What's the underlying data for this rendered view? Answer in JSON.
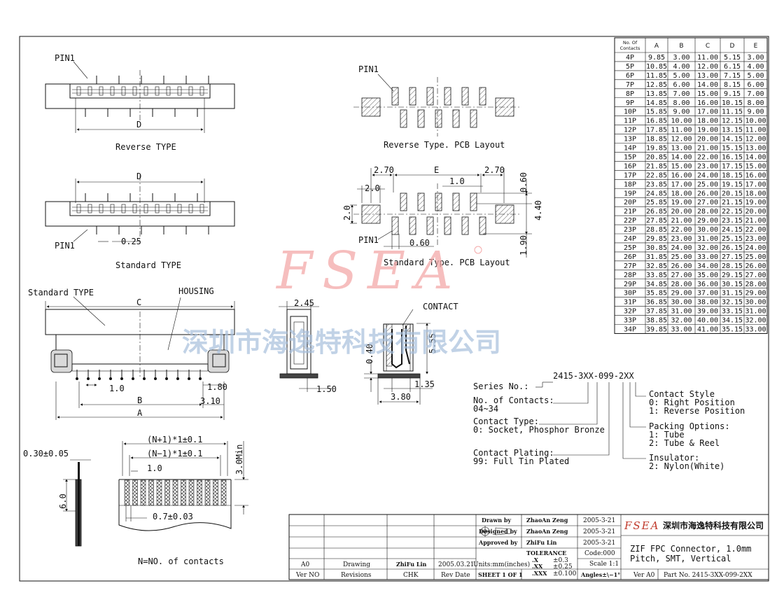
{
  "views": {
    "reverse_type": {
      "title": "Reverse TYPE",
      "pin_label": "PIN1",
      "dim_d": "D"
    },
    "standard_type": {
      "title": "Standard TYPE",
      "pin_label": "PIN1",
      "dim_d": "D",
      "pitch_small": "0.25"
    },
    "housing_view": {
      "label_standard": "Standard TYPE",
      "label_housing": "HOUSING",
      "dim_c": "C",
      "dim_b": "B",
      "dim_a": "A",
      "dim_1_0": "1.0",
      "dim_1_80": "1.80",
      "dim_3_10": "3.10"
    },
    "side_view": {
      "dim_top": "2.45",
      "dim_bottom": "1.50"
    },
    "contact_view": {
      "label": "CONTACT",
      "dim_5_55": "5.55",
      "dim_0_40": "0.40",
      "dim_1_35": "1.35",
      "dim_3_80": "3.80"
    },
    "reverse_pcb": {
      "title": "Reverse Type. PCB Layout",
      "pin_label": "PIN1"
    },
    "standard_pcb": {
      "title": "Standard Type. PCB Layout",
      "pin_label": "PIN1",
      "dim_2_70_left": "2.70",
      "dim_e": "E",
      "dim_2_70_right": "2.70",
      "dim_2_0_top": "2.0",
      "dim_1_0": "1.0",
      "dim_0_60_right": "0.60",
      "dim_2_0_left": "2.0",
      "dim_4_40": "4.40",
      "dim_1_90": "1.90",
      "dim_0_60_bottom": "0.60"
    },
    "fpc_view": {
      "thickness": "0.30±0.05",
      "dim_6_0": "6.0",
      "dim_n_plus": "(N+1)*1±0.1",
      "dim_n_minus": "(N−1)*1±0.1",
      "dim_1_0": "1.0",
      "dim_3_0": "3.0Min",
      "dim_0_7": "0.7±0.03",
      "note": "N=NO. of contacts"
    }
  },
  "watermark": {
    "logo": "FSEA",
    "company": "深圳市海逸特科技有限公司"
  },
  "part_number": {
    "code": "2415-3XX-099-2XX",
    "series_label": "Series No.:",
    "contacts_label": "No. of Contacts:",
    "contacts_range": "04~34",
    "contact_type_label": "Contact Type:",
    "contact_type_value": "0: Socket, Phosphor Bronze",
    "plating_label": "Contact Plating:",
    "plating_value": "99: Full Tin Plated",
    "style_label": "Contact Style",
    "style_0": "0: Right Position",
    "style_1": "1: Reverse Position",
    "packing_label": "Packing Options:",
    "packing_1": "1: Tube",
    "packing_2": "2: Tube & Reel",
    "insulator_label": "Insulator:",
    "insulator_value": "2: Nylon(White)"
  },
  "dimension_table": {
    "headers": [
      "No. Of Contacts",
      "A",
      "B",
      "C",
      "D",
      "E"
    ],
    "rows": [
      [
        "4P",
        "9.85",
        "3.00",
        "11.00",
        "5.15",
        "3.00"
      ],
      [
        "5P",
        "10.85",
        "4.00",
        "12.00",
        "6.15",
        "4.00"
      ],
      [
        "6P",
        "11.85",
        "5.00",
        "13.00",
        "7.15",
        "5.00"
      ],
      [
        "7P",
        "12.85",
        "6.00",
        "14.00",
        "8.15",
        "6.00"
      ],
      [
        "8P",
        "13.85",
        "7.00",
        "15.00",
        "9.15",
        "7.00"
      ],
      [
        "9P",
        "14.85",
        "8.00",
        "16.00",
        "10.15",
        "8.00"
      ],
      [
        "10P",
        "15.85",
        "9.00",
        "17.00",
        "11.15",
        "9.00"
      ],
      [
        "11P",
        "16.85",
        "10.00",
        "18.00",
        "12.15",
        "10.00"
      ],
      [
        "12P",
        "17.85",
        "11.00",
        "19.00",
        "13.15",
        "11.00"
      ],
      [
        "13P",
        "18.85",
        "12.00",
        "20.00",
        "14.15",
        "12.00"
      ],
      [
        "14P",
        "19.85",
        "13.00",
        "21.00",
        "15.15",
        "13.00"
      ],
      [
        "15P",
        "20.85",
        "14.00",
        "22.00",
        "16.15",
        "14.00"
      ],
      [
        "16P",
        "21.85",
        "15.00",
        "23.00",
        "17.15",
        "15.00"
      ],
      [
        "17P",
        "22.85",
        "16.00",
        "24.00",
        "18.15",
        "16.00"
      ],
      [
        "18P",
        "23.85",
        "17.00",
        "25.00",
        "19.15",
        "17.00"
      ],
      [
        "19P",
        "24.85",
        "18.00",
        "26.00",
        "20.15",
        "18.00"
      ],
      [
        "20P",
        "25.85",
        "19.00",
        "27.00",
        "21.15",
        "19.00"
      ],
      [
        "21P",
        "26.85",
        "20.00",
        "28.00",
        "22.15",
        "20.00"
      ],
      [
        "22P",
        "27.85",
        "21.00",
        "29.00",
        "23.15",
        "21.00"
      ],
      [
        "23P",
        "28.85",
        "22.00",
        "30.00",
        "24.15",
        "22.00"
      ],
      [
        "24P",
        "29.85",
        "23.00",
        "31.00",
        "25.15",
        "23.00"
      ],
      [
        "25P",
        "30.85",
        "24.00",
        "32.00",
        "26.15",
        "24.00"
      ],
      [
        "26P",
        "31.85",
        "25.00",
        "33.00",
        "27.15",
        "25.00"
      ],
      [
        "27P",
        "32.85",
        "26.00",
        "34.00",
        "28.15",
        "26.00"
      ],
      [
        "28P",
        "33.85",
        "27.00",
        "35.00",
        "29.15",
        "27.00"
      ],
      [
        "29P",
        "34.85",
        "28.00",
        "36.00",
        "30.15",
        "28.00"
      ],
      [
        "30P",
        "35.85",
        "29.00",
        "37.00",
        "31.15",
        "29.00"
      ],
      [
        "31P",
        "36.85",
        "30.00",
        "38.00",
        "32.15",
        "30.00"
      ],
      [
        "32P",
        "37.85",
        "31.00",
        "39.00",
        "33.15",
        "31.00"
      ],
      [
        "33P",
        "38.85",
        "32.00",
        "40.00",
        "34.15",
        "32.00"
      ],
      [
        "34P",
        "39.85",
        "33.00",
        "41.00",
        "35.15",
        "33.00"
      ]
    ]
  },
  "title_block": {
    "drawn_label": "Drawn by",
    "drawn_name": "ZhaoAn Zeng",
    "drawn_date": "2005-3-21",
    "designed_label": "Designed by",
    "designed_name": "ZhaoAn Zeng",
    "designed_date": "2005-3-21",
    "approved_label": "Approved by",
    "approved_name": "ZhiFu Lin",
    "approved_date": "2005-3-21",
    "tolerance_label": "TOLERANCE",
    "code": "Code:000",
    "tol_x": ".X",
    "tol_x_val": "±0.3",
    "tol_xx": ".XX",
    "tol_xx_val": "±0.25",
    "tol_xxx": ".XXX",
    "tol_xxx_val": "±0.100",
    "scale": "Scale 1:1",
    "angles": "Angles±\\−1°",
    "units": "Units:mm(inches)",
    "sheet": "SHEET 1 OF 1",
    "rev_ver": "A0",
    "rev_desc": "Drawing",
    "rev_chk": "ZhiFu Lin",
    "rev_date": "2005.03.21",
    "col_ver": "Ver NO",
    "col_rev": "Revisions",
    "col_chk": "CHK",
    "col_date": "Rev Date",
    "logo": "FSEA",
    "company": "深圳市海逸特科技有限公司",
    "description_1": "ZIF FPC Connector, 1.0mm",
    "description_2": "Pitch, SMT, Vertical",
    "ver": "Ver A0",
    "part_no": "Part No. 2415-3XX-099-2XX"
  }
}
